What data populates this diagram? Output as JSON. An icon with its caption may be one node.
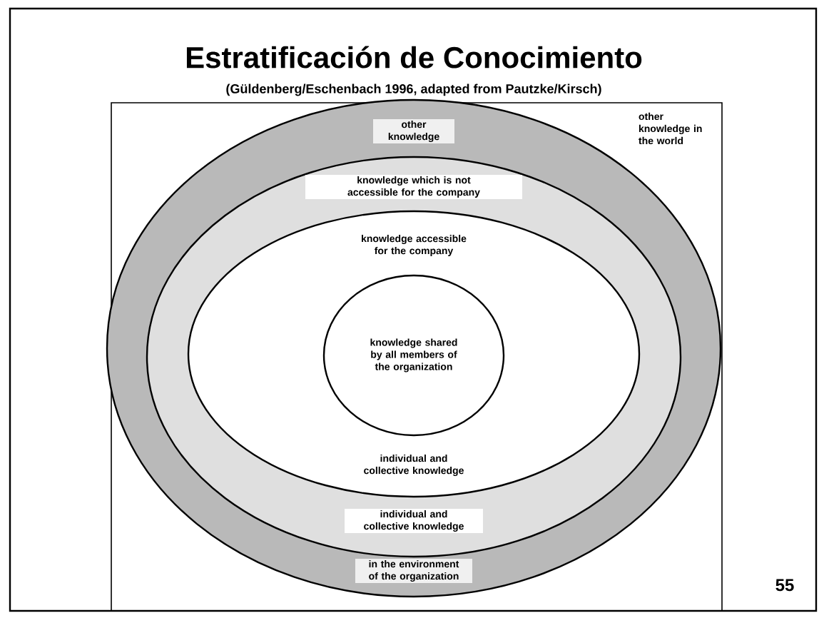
{
  "diagram": {
    "title": "Estratificación de Conocimiento",
    "nodes": [
      {
        "text": [
          "other knowledge in the world"
        ]
      },
      {
        "text": [
          "other knowledge",
          "in the environment of the organization"
        ],
        "in": 0
      },
      {
        "text": [
          "knowledge which is not accessible for the company",
          "individual and collective knowledge"
        ],
        "in": 1
      },
      {
        "text": [
          "knowledge accessible for the company",
          "individual and collective knowledge"
        ],
        "in": 2
      },
      {
        "text": [
          "knowledge shared by all members of the organization"
        ],
        "in": 3
      }
    ],
    "labels": [
      "(Güldenberg/Eschenbach 1996, adapted from Pautzke/Kirsch)",
      "55"
    ]
  }
}
